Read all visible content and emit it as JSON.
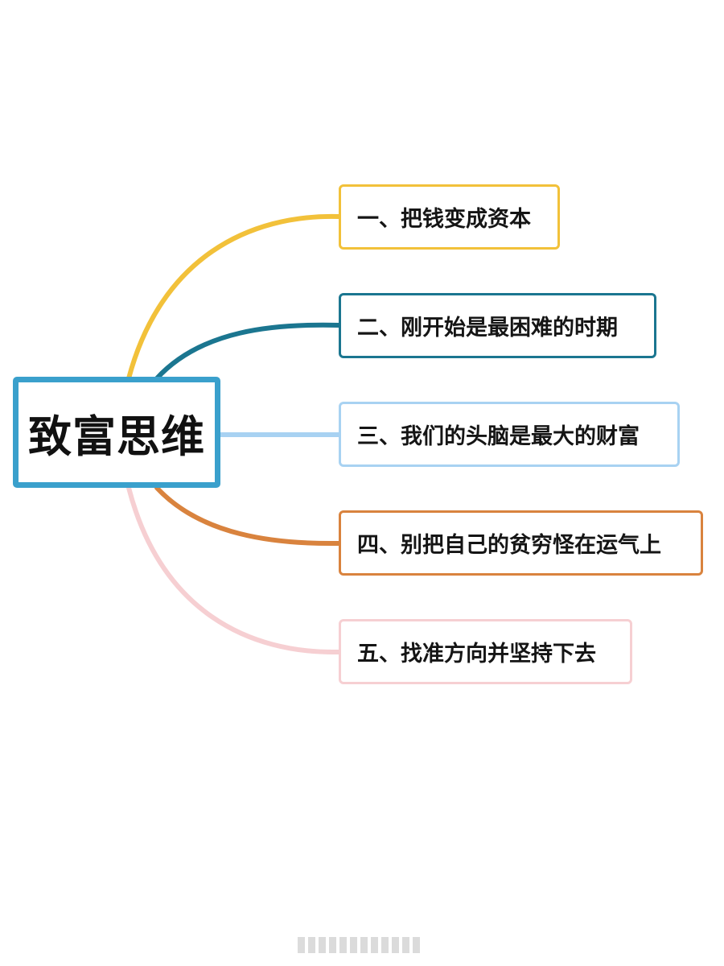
{
  "mindmap": {
    "center": {
      "label": "致富思维",
      "color": "#3aa0cc"
    },
    "branches": [
      {
        "label": "一、把钱变成资本",
        "color": "#f2c13a"
      },
      {
        "label": "二、刚开始是最困难的时期",
        "color": "#1b7690"
      },
      {
        "label": "三、我们的头脑是最大的财富",
        "color": "#a8d2f2"
      },
      {
        "label": "四、别把自己的贫穷怪在运气上",
        "color": "#d9833e"
      },
      {
        "label": "五、找准方向并坚持下去",
        "color": "#f6cfd2"
      }
    ]
  }
}
